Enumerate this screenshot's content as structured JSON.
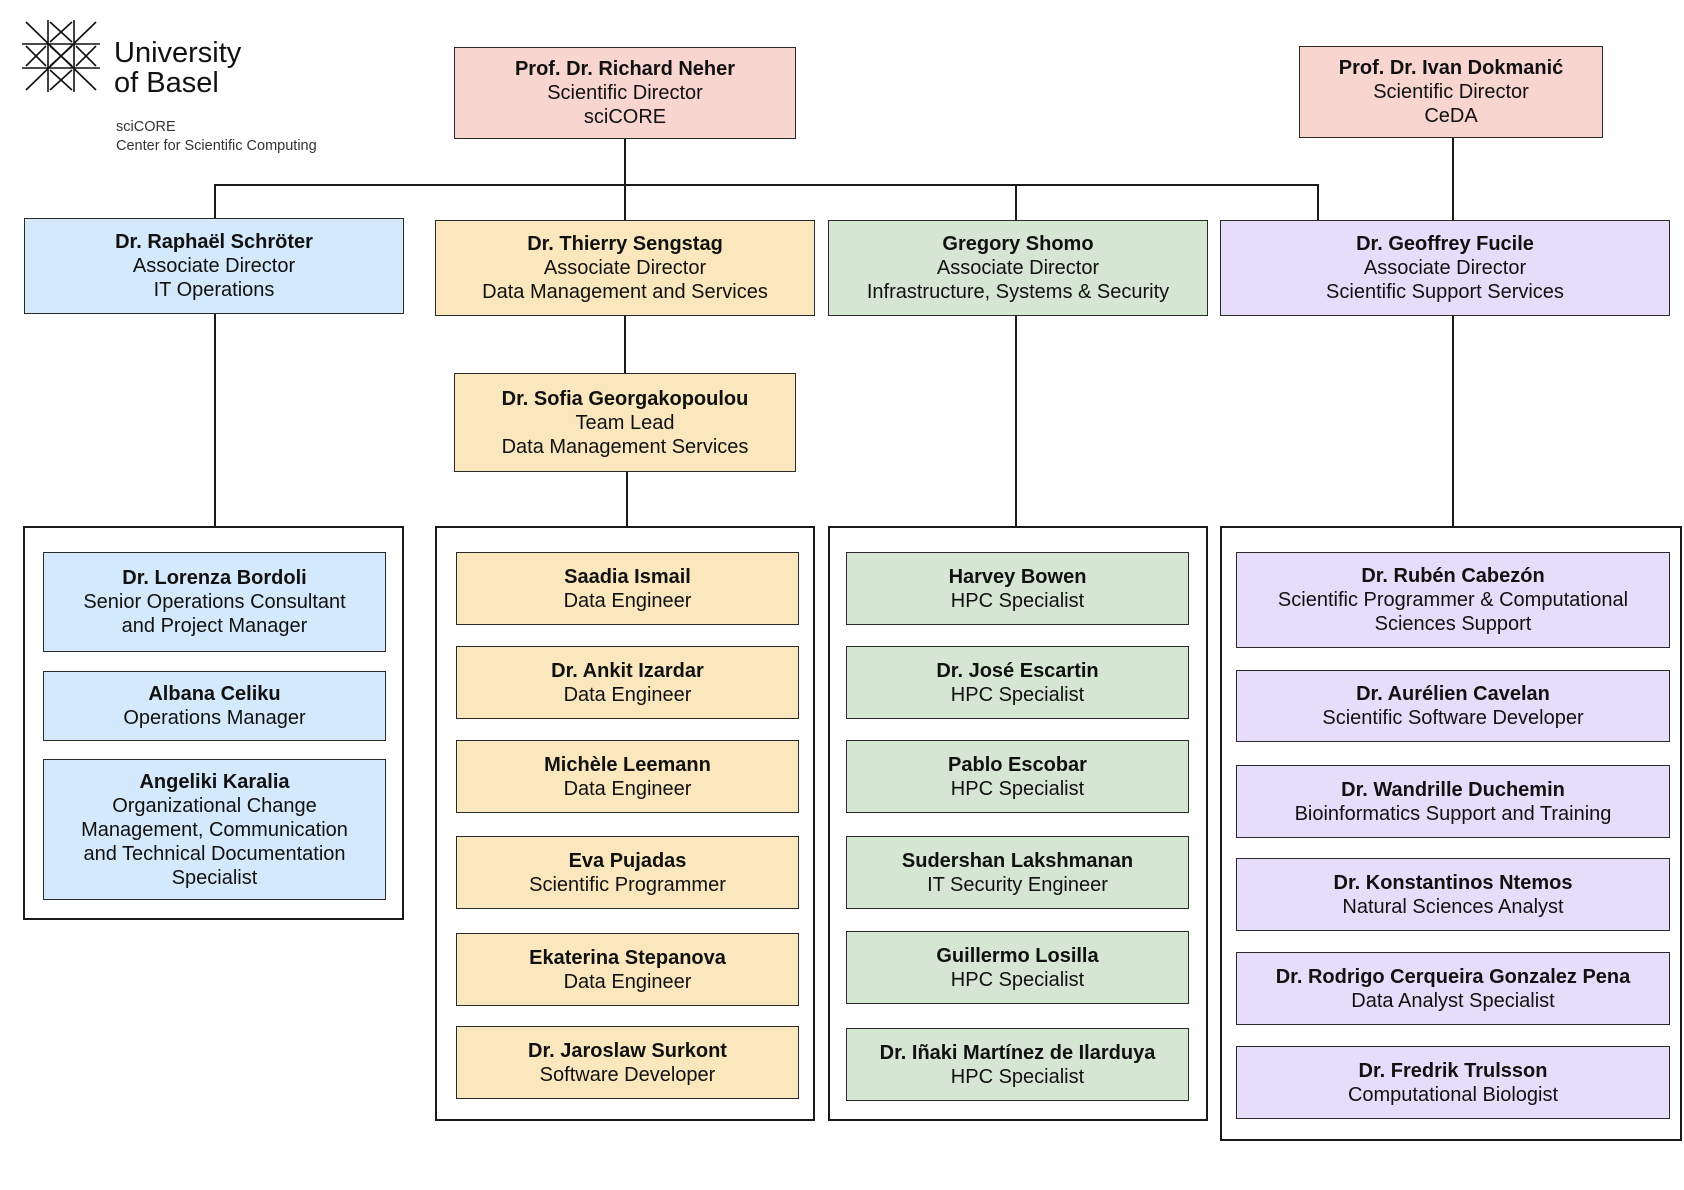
{
  "logo": {
    "icon": "university-of-basel-star-icon",
    "line1": "University",
    "line2": "of Basel",
    "sub1": "sciCORE",
    "sub2": "Center for Scientific Computing"
  },
  "colors": {
    "director": "#f9d5cf",
    "it_operations": "#d4e9fb",
    "data_management": "#fbe7bd",
    "infrastructure": "#d5e6d2",
    "scientific_support": "#e6ddfb",
    "line": "#1a1a1a"
  },
  "directors": [
    {
      "name": "Prof. Dr. Richard Neher",
      "role": "Scientific Director",
      "unit": "sciCORE"
    },
    {
      "name": "Prof. Dr. Ivan Dokmanić",
      "role": "Scientific Director",
      "unit": "CeDA"
    }
  ],
  "associates": [
    {
      "name": "Dr. Raphaël Schröter",
      "role": "Associate Director",
      "unit": "IT Operations"
    },
    {
      "name": "Dr. Thierry Sengstag",
      "role": "Associate Director",
      "unit": "Data Management and Services"
    },
    {
      "name": "Gregory Shomo",
      "role": "Associate Director",
      "unit": "Infrastructure, Systems & Security"
    },
    {
      "name": "Dr. Geoffrey Fucile",
      "role": "Associate Director",
      "unit": "Scientific Support Services"
    }
  ],
  "team_lead": {
    "name": "Dr. Sofia Georgakopoulou",
    "role": "Team Lead",
    "unit": "Data Management Services"
  },
  "teams": {
    "it_operations": [
      {
        "name": "Dr. Lorenza Bordoli",
        "title_lines": [
          "Senior Operations Consultant",
          "and Project Manager"
        ]
      },
      {
        "name": "Albana Celiku",
        "title_lines": [
          "Operations Manager"
        ]
      },
      {
        "name": "Angeliki Karalia",
        "title_lines": [
          "Organizational Change",
          "Management, Communication",
          "and Technical Documentation",
          "Specialist"
        ]
      }
    ],
    "data_management": [
      {
        "name": "Saadia Ismail",
        "title_lines": [
          "Data Engineer"
        ]
      },
      {
        "name": "Dr. Ankit Izardar",
        "title_lines": [
          "Data Engineer"
        ]
      },
      {
        "name": "Michèle Leemann",
        "title_lines": [
          "Data Engineer"
        ]
      },
      {
        "name": "Eva Pujadas",
        "title_lines": [
          "Scientific Programmer"
        ]
      },
      {
        "name": "Ekaterina Stepanova",
        "title_lines": [
          "Data Engineer"
        ]
      },
      {
        "name": "Dr. Jaroslaw Surkont",
        "title_lines": [
          "Software Developer"
        ]
      }
    ],
    "infrastructure": [
      {
        "name": "Harvey Bowen",
        "title_lines": [
          "HPC Specialist"
        ]
      },
      {
        "name": "Dr. José Escartin",
        "title_lines": [
          "HPC Specialist"
        ]
      },
      {
        "name": "Pablo Escobar",
        "title_lines": [
          "HPC Specialist"
        ]
      },
      {
        "name": "Sudershan Lakshmanan",
        "title_lines": [
          "IT Security Engineer"
        ]
      },
      {
        "name": "Guillermo Losilla",
        "title_lines": [
          "HPC Specialist"
        ]
      },
      {
        "name": "Dr. Iñaki Martínez de Ilarduya",
        "title_lines": [
          "HPC Specialist"
        ]
      }
    ],
    "scientific_support": [
      {
        "name": "Dr. Rubén Cabezón",
        "title_lines": [
          "Scientific Programmer & Computational",
          "Sciences Support"
        ]
      },
      {
        "name": "Dr. Aurélien Cavelan",
        "title_lines": [
          "Scientific Software Developer"
        ]
      },
      {
        "name": "Dr. Wandrille Duchemin",
        "title_lines": [
          "Bioinformatics Support and Training"
        ]
      },
      {
        "name": "Dr. Konstantinos Ntemos",
        "title_lines": [
          "Natural Sciences Analyst"
        ]
      },
      {
        "name": "Dr. Rodrigo Cerqueira Gonzalez Pena",
        "title_lines": [
          "Data Analyst Specialist"
        ]
      },
      {
        "name": "Dr. Fredrik Trulsson",
        "title_lines": [
          "Computational Biologist"
        ]
      }
    ]
  }
}
